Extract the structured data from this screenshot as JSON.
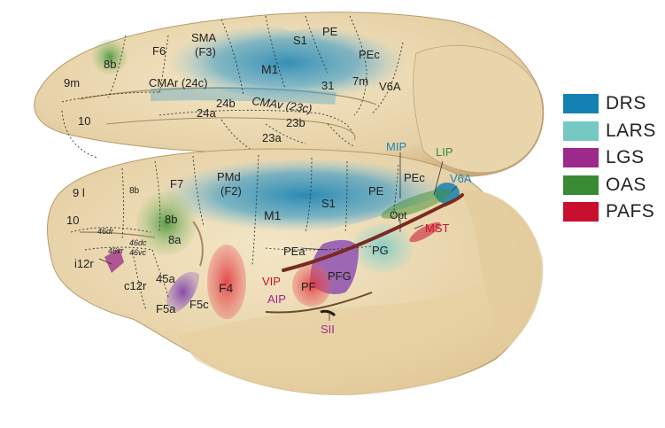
{
  "legend": [
    {
      "label": "DRS",
      "color": "#1481b3"
    },
    {
      "label": "LARS",
      "color": "#76c8c3"
    },
    {
      "label": "LGS",
      "color": "#9b2a8a"
    },
    {
      "label": "OAS",
      "color": "#3a8a34"
    },
    {
      "label": "PAFS",
      "color": "#c8102e"
    }
  ],
  "medial_labels": {
    "l8b": "8b",
    "f6": "F6",
    "sma1": "SMA",
    "sma2": "(F3)",
    "s1": "S1",
    "pe": "PE",
    "pec": "PEc",
    "m1": "M1",
    "l9m": "9m",
    "cmar": "CMAr (24c)",
    "cmav": "CMAv (23c)",
    "l7m": "7m",
    "v6a": "V6A",
    "l31": "31",
    "l10": "10",
    "l24a": "24a",
    "l24b": "24b",
    "l23b": "23b",
    "l23a": "23a"
  },
  "lateral_labels": {
    "l9l": "9 l",
    "l8b_small": "8b",
    "f7": "F7",
    "pmd1": "PMd",
    "pmd2": "(F2)",
    "m1": "M1",
    "s1": "S1",
    "pe": "PE",
    "pec": "PEc",
    "l10": "10",
    "l46dr": "46dr",
    "l46dc": "46dc",
    "l46vr": "46vr",
    "l46vc": "46vc",
    "l8b": "8b",
    "l8a": "8a",
    "i12r": "i12r",
    "c12r": "c12r",
    "l45a": "45a",
    "f5a": "F5a",
    "f5c": "F5c",
    "f4": "F4",
    "pea": "PEa",
    "opt": "Opt",
    "pg": "PG",
    "pf": "PF",
    "pfg": "PFG"
  },
  "colored_labels": {
    "mip": "MIP",
    "lip": "LIP",
    "v6a": "V6A",
    "mst": "MST",
    "vip": "VIP",
    "aip": "AIP",
    "sii": "SII"
  },
  "colors": {
    "drs_text": "#1a86b8",
    "lars_text": "#2f8f8b",
    "lgs_text": "#9b2a8a",
    "oas_text": "#3a8a34",
    "pafs_text": "#c8102e",
    "cortex": "#ead7b0"
  }
}
